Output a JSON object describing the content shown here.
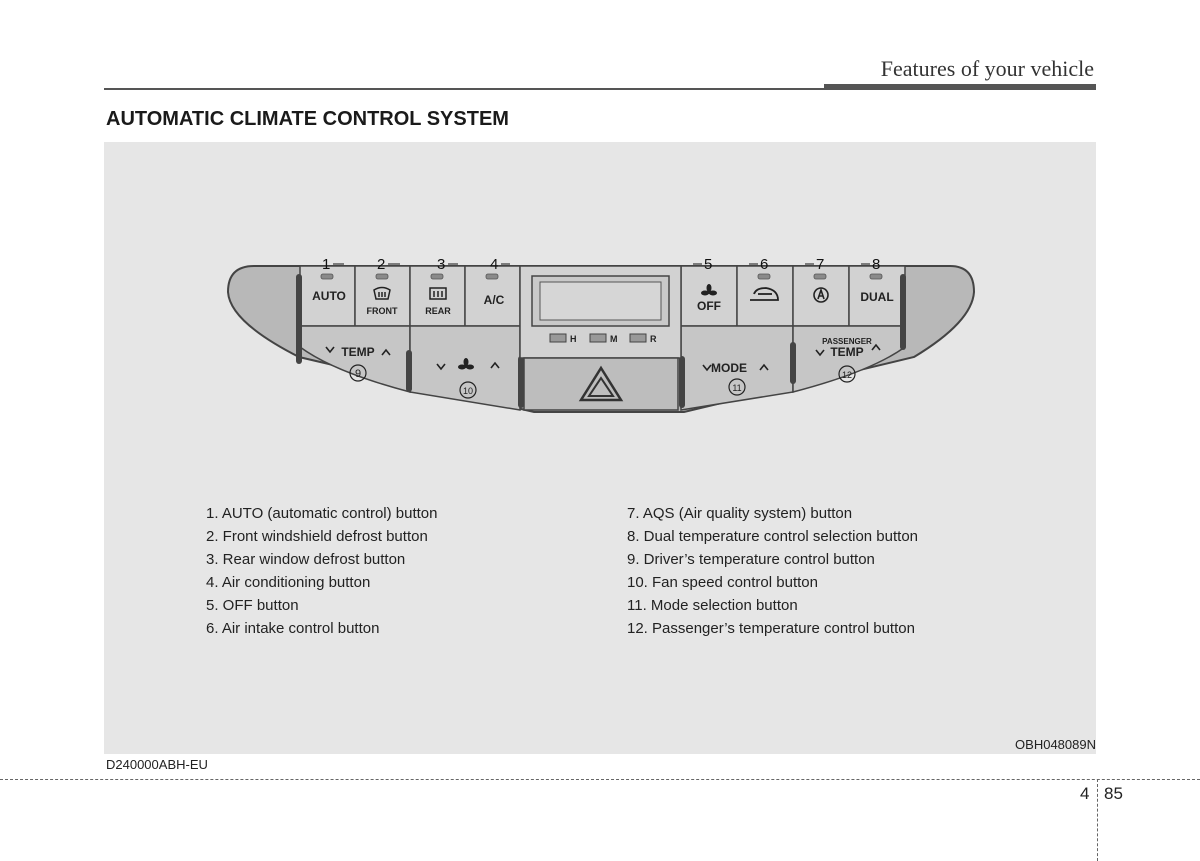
{
  "header": {
    "title": "Features of your vehicle"
  },
  "section": {
    "title": "AUTOMATIC CLIMATE CONTROL SYSTEM"
  },
  "panel": {
    "callouts": [
      "1",
      "2",
      "3",
      "4",
      "5",
      "6",
      "7",
      "8"
    ],
    "callouts_bottom": [
      "9",
      "10",
      "11",
      "12"
    ],
    "buttons": {
      "auto": "AUTO",
      "front": "FRONT",
      "rear": "REAR",
      "ac": "A/C",
      "off": "OFF",
      "dual": "DUAL",
      "temp": "TEMP",
      "mode": "MODE",
      "passenger": "PASSENGER",
      "passenger_temp": "TEMP"
    },
    "indicators": [
      "H",
      "M",
      "R"
    ]
  },
  "legend": {
    "left": [
      "1. AUTO (automatic control) button",
      "2. Front windshield defrost button",
      "3. Rear window defrost button",
      "4. Air conditioning button",
      "5. OFF button",
      "6. Air intake control button"
    ],
    "right": [
      "7. AQS (Air quality system) button",
      "8. Dual temperature control selection button",
      "9. Driver’s temperature control button",
      "10. Fan speed control button",
      "11. Mode selection button",
      "12. Passenger’s temperature control button"
    ]
  },
  "figure_code": "OBH048089N",
  "doc_code": "D240000ABH-EU",
  "page": {
    "section": "4",
    "number": "85"
  }
}
